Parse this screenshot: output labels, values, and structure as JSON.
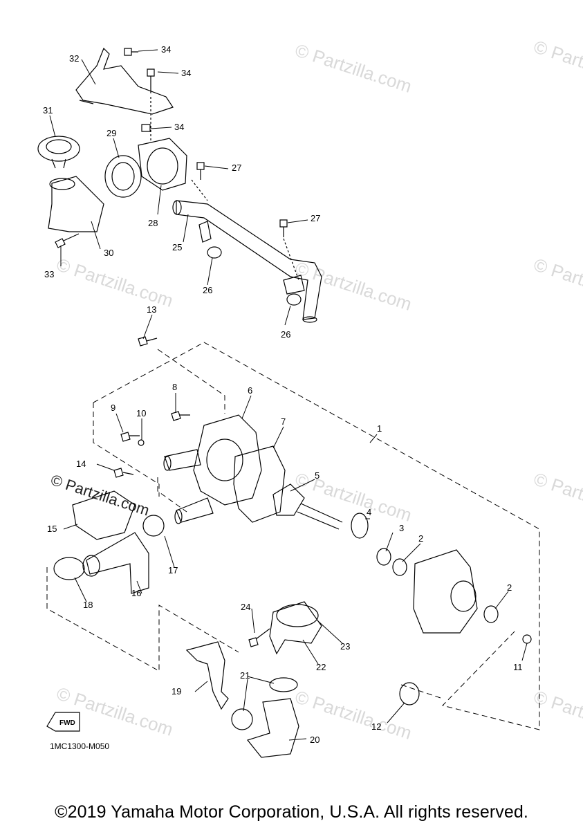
{
  "diagram": {
    "code": "1MC1300-M050",
    "fwd_label": "FWD",
    "watermark": "© Partzilla.com",
    "copyright": "©2019 Yamaha Motor Corporation, U.S.A. All rights reserved."
  },
  "labels": {
    "p1": "1",
    "p2a": "2",
    "p2b": "2",
    "p3": "3",
    "p4": "4",
    "p5": "5",
    "p6": "6",
    "p7": "7",
    "p8": "8",
    "p9": "9",
    "p10": "10",
    "p11": "11",
    "p12": "12",
    "p13": "13",
    "p14": "14",
    "p15": "15",
    "p16": "16",
    "p17": "17",
    "p18": "18",
    "p19": "19",
    "p20": "20",
    "p21": "21",
    "p22": "22",
    "p23": "23",
    "p24": "24",
    "p25": "25",
    "p26a": "26",
    "p26b": "26",
    "p27a": "27",
    "p27b": "27",
    "p28": "28",
    "p29": "29",
    "p30": "30",
    "p31": "31",
    "p32": "32",
    "p33": "33",
    "p34a": "34",
    "p34b": "34",
    "p34c": "34"
  }
}
